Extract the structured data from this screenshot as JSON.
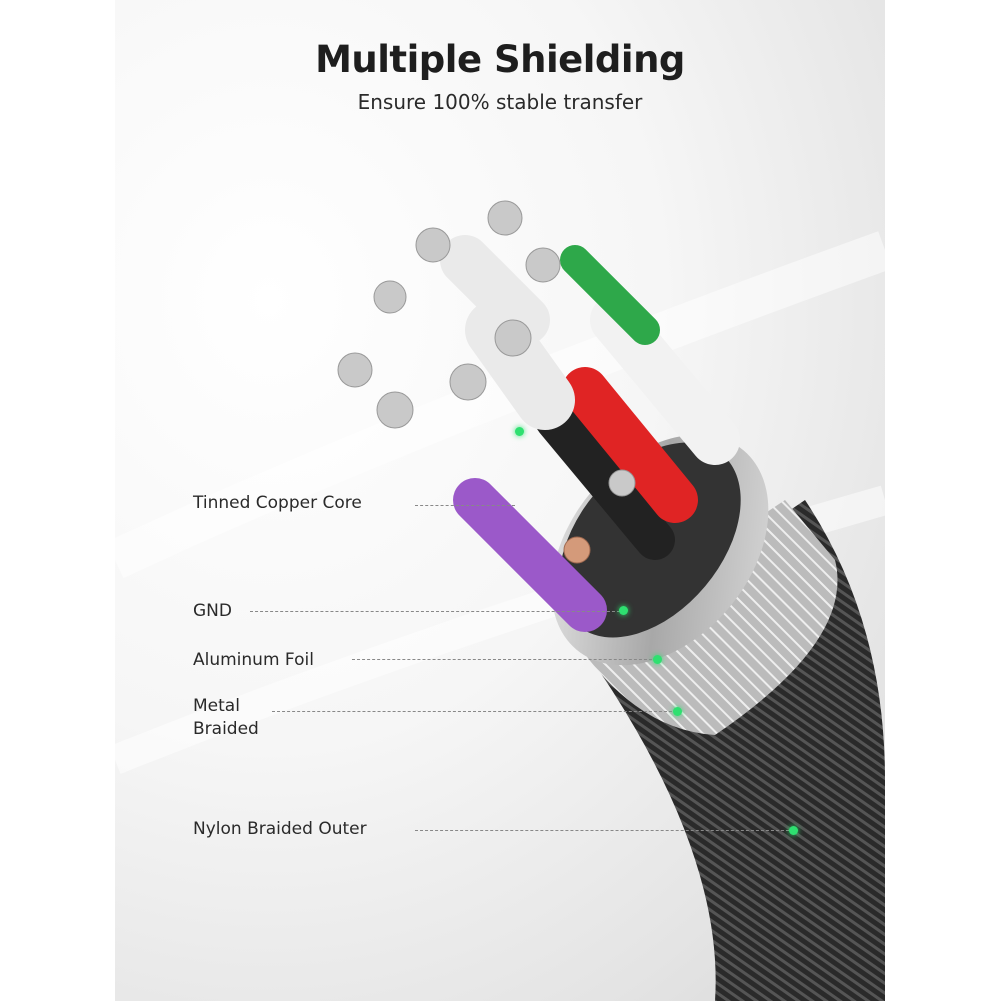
{
  "header": {
    "title": "Multiple Shielding",
    "subtitle": "Ensure 100% stable transfer"
  },
  "callouts": [
    {
      "label": "Tinned Copper Core"
    },
    {
      "label": "GND"
    },
    {
      "label": "Aluminum Foil"
    },
    {
      "label_line1": "Metal",
      "label_line2": "Braided"
    },
    {
      "label": "Nylon Braided Outer"
    }
  ],
  "colors": {
    "accent_dot": "#2ee070",
    "wire_purple": "#9b59c9",
    "wire_red": "#e02424",
    "wire_green": "#2ea84a",
    "nylon": "#2b2b2b"
  }
}
